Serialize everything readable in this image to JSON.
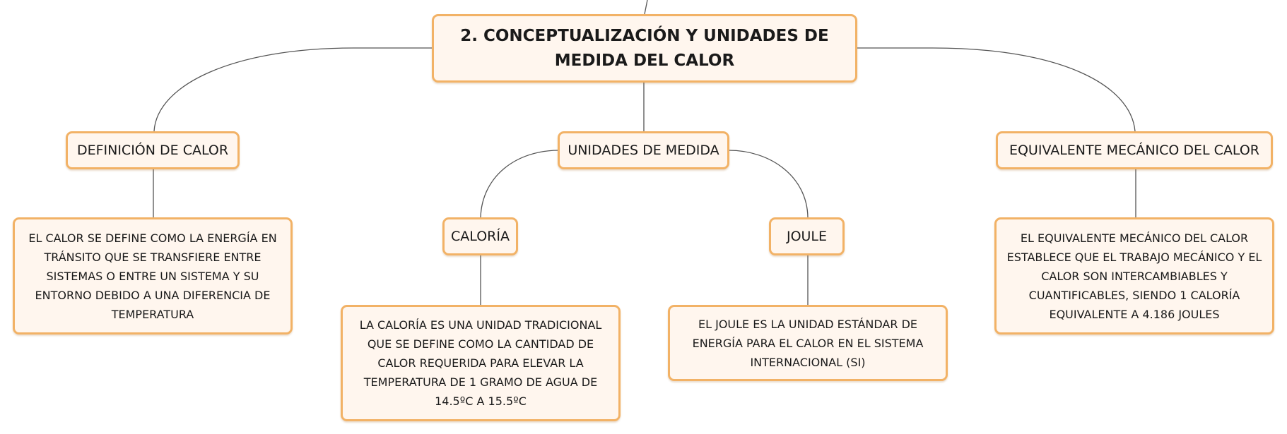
{
  "map": {
    "root": {
      "label": "2. CONCEPTUALIZACIÓN Y UNIDADES DE MEDIDA DEL CALOR"
    },
    "definicion": {
      "label": "DEFINICIÓN DE CALOR",
      "detail": "EL CALOR SE DEFINE COMO LA ENERGÍA EN TRÁNSITO QUE SE TRANSFIERE ENTRE SISTEMAS O ENTRE UN SISTEMA Y SU ENTORNO DEBIDO A UNA DIFERENCIA DE TEMPERATURA"
    },
    "unidades": {
      "label": "UNIDADES DE MEDIDA",
      "caloria": {
        "label": "CALORÍA",
        "detail": "LA CALORÍA ES UNA UNIDAD TRADICIONAL QUE SE DEFINE COMO LA CANTIDAD DE CALOR REQUERIDA PARA ELEVAR LA TEMPERATURA DE 1 GRAMO DE AGUA DE 14.5ºC A 15.5ºC"
      },
      "joule": {
        "label": "JOULE",
        "detail": "EL JOULE ES LA UNIDAD ESTÁNDAR DE ENERGÍA PARA EL CALOR EN EL SISTEMA INTERNACIONAL (SI)"
      }
    },
    "equivalente": {
      "label": "EQUIVALENTE MECÁNICO DEL CALOR",
      "detail": "EL EQUIVALENTE MECÁNICO DEL CALOR ESTABLECE QUE EL TRABAJO MECÁNICO Y EL CALOR SON INTERCAMBIABLES Y CUANTIFICABLES, SIENDO 1 CALORÍA EQUIVALENTE A 4.186 JOULES"
    },
    "colors": {
      "node_fill": "#fff6ee",
      "node_border": "#f2b266",
      "connector": "#555555"
    }
  }
}
